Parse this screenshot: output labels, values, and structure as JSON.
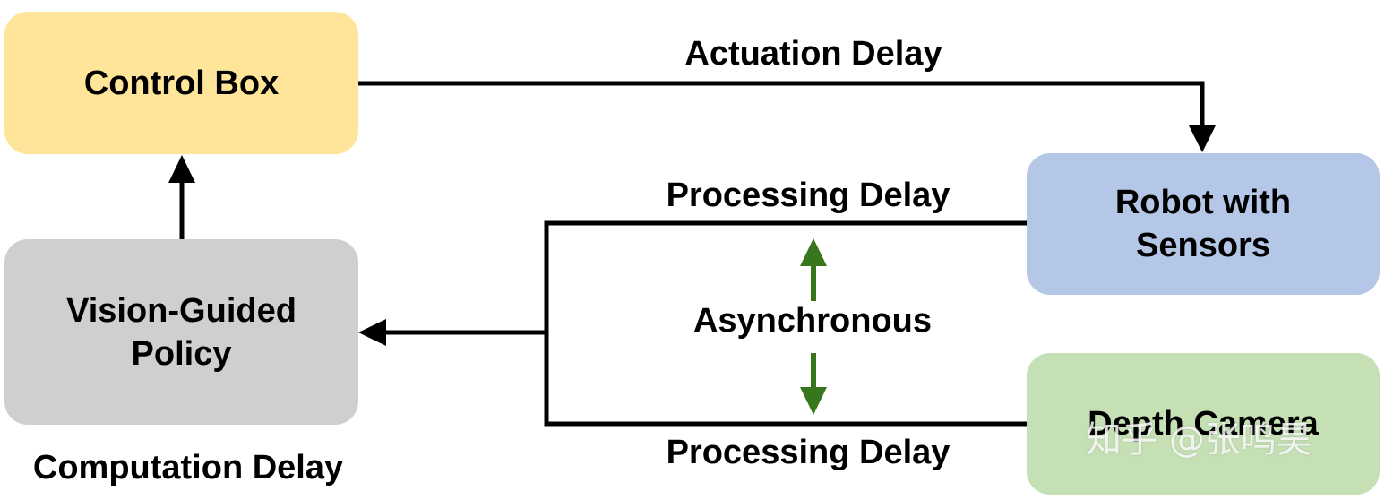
{
  "nodes": {
    "control_box": {
      "label": "Control Box",
      "color": "#FFE599"
    },
    "robot": {
      "label": "Robot with\nSensors",
      "color": "#B4C7E7"
    },
    "policy": {
      "label": "Vision-Guided\nPolicy",
      "color": "#D0CECE"
    },
    "camera": {
      "label": "Depth Camera",
      "color": "#C5E0B4"
    }
  },
  "edges": {
    "actuation": "Actuation Delay",
    "processing_top": "Processing Delay",
    "processing_bottom": "Processing Delay",
    "asynchronous": "Asynchronous",
    "computation": "Computation Delay"
  },
  "colors": {
    "line": "#000000",
    "async_arrow": "#38761D"
  },
  "watermark": "知乎 @张鸣昊"
}
